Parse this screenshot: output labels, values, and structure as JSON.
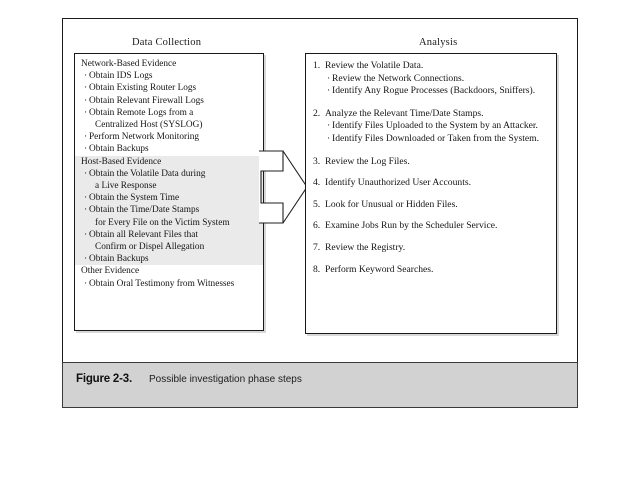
{
  "figure": {
    "caption_number": "Figure 2-3.",
    "caption_text": "Possible investigation phase steps"
  },
  "columns": {
    "data_collection_title": "Data Collection",
    "analysis_title": "Analysis"
  },
  "data_collection": {
    "groups": [
      {
        "heading": "Network-Based Evidence",
        "shaded": false,
        "items": [
          {
            "text": "Obtain IDS Logs",
            "bullet": true
          },
          {
            "text": "Obtain Existing Router Logs",
            "bullet": true
          },
          {
            "text": "Obtain Relevant Firewall Logs",
            "bullet": true
          },
          {
            "text": "Obtain Remote Logs from a",
            "bullet": true
          },
          {
            "text": "Centralized Host (SYSLOG)",
            "bullet": false
          },
          {
            "text": "Perform Network Monitoring",
            "bullet": true
          },
          {
            "text": "Obtain Backups",
            "bullet": true
          }
        ]
      },
      {
        "heading": "Host-Based Evidence",
        "shaded": true,
        "items": [
          {
            "text": "Obtain the Volatile Data during",
            "bullet": true
          },
          {
            "text": "a Live Response",
            "bullet": false
          },
          {
            "text": "Obtain the System Time",
            "bullet": true
          },
          {
            "text": "Obtain the Time/Date Stamps",
            "bullet": true
          },
          {
            "text": "for Every File on the Victim System",
            "bullet": false
          },
          {
            "text": "Obtain all Relevant Files that",
            "bullet": true
          },
          {
            "text": "Confirm or Dispel Allegation",
            "bullet": false
          },
          {
            "text": "Obtain Backups",
            "bullet": true
          }
        ]
      },
      {
        "heading": "Other Evidence",
        "shaded": false,
        "items": [
          {
            "text": "Obtain Oral Testimony from Witnesses",
            "bullet": true
          }
        ]
      }
    ]
  },
  "analysis": {
    "steps": [
      {
        "number": "1.",
        "text": "Review the Volatile Data.",
        "subs": [
          "Review the Network Connections.",
          "Identify Any Rogue Processes (Backdoors, Sniffers)."
        ]
      },
      {
        "number": "2.",
        "text": "Analyze the Relevant Time/Date Stamps.",
        "subs": [
          "Identify Files Uploaded to the System by an Attacker.",
          "Identify Files Downloaded or Taken from the System."
        ]
      },
      {
        "number": "3.",
        "text": "Review the Log Files.",
        "subs": []
      },
      {
        "number": "4.",
        "text": "Identify Unauthorized User Accounts.",
        "subs": []
      },
      {
        "number": "5.",
        "text": "Look for Unusual or Hidden Files.",
        "subs": []
      },
      {
        "number": "6.",
        "text": "Examine Jobs Run by the Scheduler Service.",
        "subs": []
      },
      {
        "number": "7.",
        "text": "Review the Registry.",
        "subs": []
      },
      {
        "number": "8.",
        "text": "Perform Keyword Searches.",
        "subs": []
      }
    ]
  },
  "arrow": {
    "label": "flow from data collection to analysis",
    "color": "#1f1f1f"
  },
  "colors": {
    "frame_border": "#1b1b1b",
    "panel_border": "#191919",
    "shaded_row": "#eaeaea",
    "caption_bar": "#d2d2d2",
    "text": "#141414"
  }
}
